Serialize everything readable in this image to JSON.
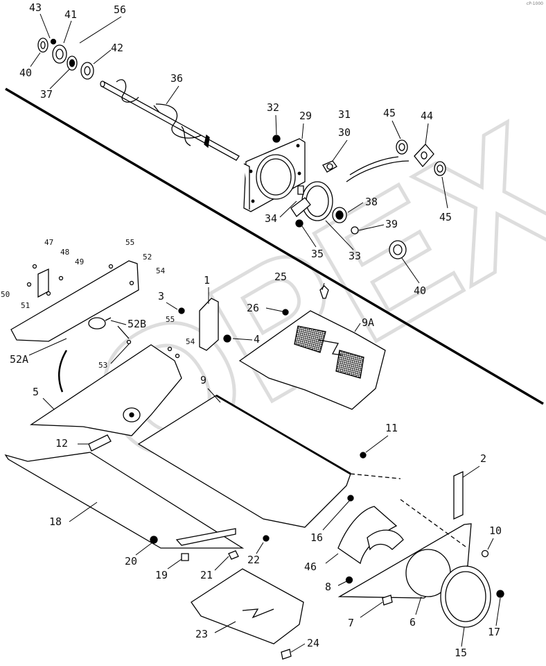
{
  "corner_code": "cP-1000",
  "watermark": "OPEX",
  "callouts": [
    "43",
    "41",
    "56",
    "40",
    "37",
    "42",
    "36",
    "32",
    "29",
    "31",
    "30",
    "45",
    "44",
    "45",
    "38",
    "34",
    "39",
    "35",
    "33",
    "40",
    "47",
    "48",
    "55",
    "52",
    "49",
    "54",
    "50",
    "51",
    "25",
    "1",
    "3",
    "26",
    "9A",
    "52B",
    "55",
    "4",
    "52A",
    "54",
    "53",
    "5",
    "9",
    "11",
    "12",
    "2",
    "18",
    "16",
    "10",
    "46",
    "20",
    "19",
    "21",
    "22",
    "8",
    "7",
    "6",
    "17",
    "23",
    "24",
    "15"
  ]
}
